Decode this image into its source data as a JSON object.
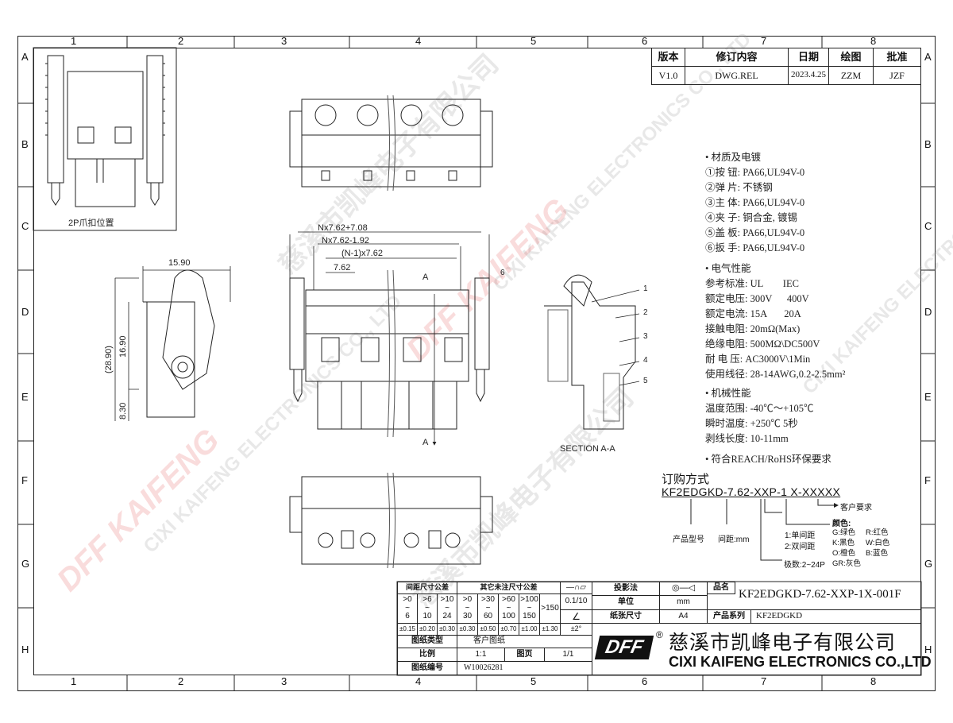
{
  "grid": {
    "columns": [
      "1",
      "2",
      "3",
      "4",
      "5",
      "6",
      "7",
      "8"
    ],
    "rows": [
      "A",
      "B",
      "C",
      "D",
      "E",
      "F",
      "G",
      "H"
    ]
  },
  "revision": {
    "headers": [
      "版本",
      "修订内容",
      "日期",
      "绘图",
      "批准"
    ],
    "row": [
      "V1.0",
      "DWG.REL",
      "2023.4.25",
      "ZZM",
      "JZF"
    ]
  },
  "specs": {
    "materials_title": "• 材质及电镀",
    "materials": [
      "①按 钮: PA66,UL94V-0",
      "②弹 片: 不锈钢",
      "③主 体: PA66,UL94V-0",
      "④夹 子: 铜合金, 镀锡",
      "⑤盖 板: PA66,UL94V-0",
      "⑥扳 手: PA66,UL94V-0"
    ],
    "electrical_title": "• 电气性能",
    "electrical": [
      "参考标准: UL        IEC",
      "额定电压: 300V      400V",
      "额定电流: 15A       20A",
      "接触电阻: 20mΩ(Max)",
      "绝缘电阻: 500MΩ\\DC500V",
      "耐 电 压: AC3000V\\1Min",
      "使用线径: 28-14AWG,0.2-2.5mm²"
    ],
    "mechanical_title": "• 机械性能",
    "mechanical": [
      "温度范围: -40℃～+105℃",
      "瞬时温度: +250℃ 5秒",
      "剥线长度: 10-11mm"
    ],
    "compliance": "• 符合REACH/RoHS环保要求"
  },
  "ordering": {
    "title": "订购方式",
    "code": "KF2EDGKD-7.62-XXP-1 X-XXXXX",
    "customer": "客户要求",
    "color_title": "颜色:",
    "colors": [
      "G:绿色",
      "R:红色",
      "K:黑色",
      "W:白色",
      "O:橙色",
      "B:蓝色",
      "GR:灰色"
    ],
    "spacing_options": [
      "1:单间距",
      "2:双间距"
    ],
    "poles": "极数:2~24P",
    "model": "产品型号",
    "pitch": "间距:mm"
  },
  "drawing": {
    "detail_label": "2P爪扣位置",
    "dims": {
      "overall": "Nx7.62+7.08",
      "inner": "Nx7.62-1.92",
      "pitch_total": "(N-1)x7.62",
      "pitch": "7.62",
      "width": "15.90",
      "height_total": "(28.90)",
      "height_upper": "16.90",
      "height_lower": "8.30"
    },
    "section_mark": "A",
    "section_label": "SECTION A-A",
    "callouts": [
      "1",
      "2",
      "3",
      "4",
      "5",
      "6"
    ]
  },
  "title_block": {
    "pitch_tol_title": "间距尺寸公差",
    "other_tol_title": "其它未注尺寸公差",
    "ranges": [
      [
        ">0",
        "~",
        "6"
      ],
      [
        ">6",
        "~",
        "10"
      ],
      [
        ">10",
        "~",
        "24"
      ],
      [
        ">0",
        "~",
        "30"
      ],
      [
        ">30",
        "~",
        "60"
      ],
      [
        ">60",
        "~",
        "100"
      ],
      [
        ">100",
        "~",
        "150"
      ],
      [
        ">150",
        "",
        ""
      ]
    ],
    "tolerances": [
      "±0.15",
      "±0.20",
      "±0.30",
      "±0.30",
      "±0.50",
      "±0.70",
      "±1.00",
      "±1.30"
    ],
    "symbols": "—∩▱",
    "flatness": "0.1/10",
    "angle_symbol": "∠",
    "angle_tol": "±2°",
    "projection_label": "投影法",
    "unit_label": "单位",
    "unit": "mm",
    "paper_label": "纸张尺寸",
    "paper": "A4",
    "name_label": "品名",
    "name": "KF2EDGKD-7.62-XXP-1X-001F",
    "series_label": "产品系列",
    "series": "KF2EDGKD",
    "type_label": "图纸类型",
    "type": "客户图纸",
    "scale_label": "比例",
    "scale": "1:1",
    "page_label": "图页",
    "page": "1/1",
    "number_label": "图纸编号",
    "number": "W10026281",
    "company_cn": "慈溪市凯峰电子有限公司",
    "company_en": "CIXI KAIFENG ELECTRONICS CO.,LTD",
    "logo": "DFF",
    "registered": "®"
  },
  "watermark": {
    "cn": "慈溪市凯峰电子有限公司",
    "en": "CIXI KAIFENG ELECTRONICS CO., LTD",
    "logo": "DFF KAIFENG"
  }
}
